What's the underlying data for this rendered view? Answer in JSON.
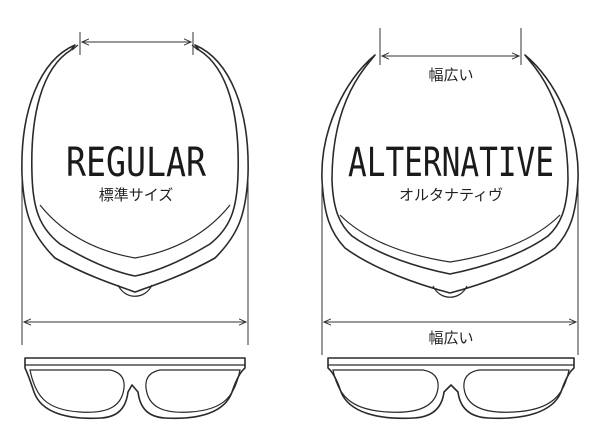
{
  "regular": {
    "title": "REGULAR",
    "subtitle": "標準サイズ"
  },
  "alternative": {
    "title": "ALTERNATIVE",
    "subtitle": "オルタナティヴ",
    "top_dimension_label": "幅広い",
    "width_dimension_label": "幅広い"
  }
}
